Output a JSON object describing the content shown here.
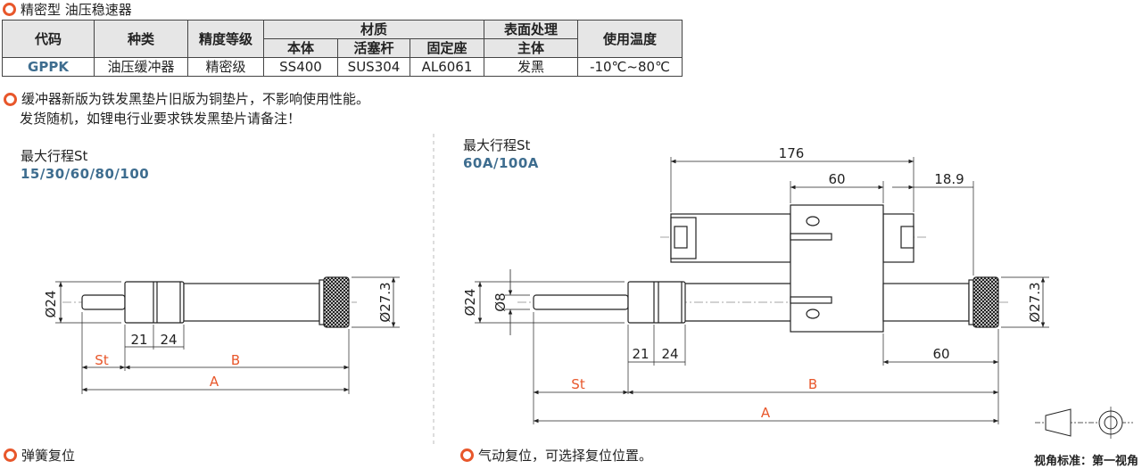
{
  "title": "精密型 油压稳速器",
  "table": {
    "h_code": "代码",
    "h_kind": "种类",
    "h_grade": "精度等级",
    "h_material": "材质",
    "h_surface": "表面处理",
    "h_temp": "使用温度",
    "h_body": "本体",
    "h_piston": "活塞杆",
    "h_seat": "固定座",
    "h_main": "主体",
    "row": {
      "code": "GPPK",
      "kind": "油压缓冲器",
      "grade": "精密级",
      "body": "SS400",
      "piston": "SUS304",
      "seat": "AL6061",
      "surface": "发黑",
      "temp": "-10℃~80℃"
    }
  },
  "notes": {
    "line1": "缓冲器新版为铁发黑垫片旧版为铜垫片，不影响使用性能。",
    "line2": "发货随机，如锂电行业要求铁发黑垫片请备注！"
  },
  "left": {
    "stroke_label": "最大行程St",
    "stroke_values": "15/30/60/80/100",
    "dims": {
      "d24": "Ø24",
      "d273": "Ø27.3",
      "l21": "21",
      "l24": "24",
      "st": "St",
      "b": "B",
      "a": "A"
    },
    "footer": "弹簧复位"
  },
  "right": {
    "stroke_label": "最大行程St",
    "stroke_values": "60A/100A",
    "dims": {
      "d24": "Ø24",
      "d8": "Ø8",
      "d273": "Ø27.3",
      "l176": "176",
      "l60top": "60",
      "l189": "18.9",
      "l21": "21",
      "l24": "24",
      "l60": "60",
      "st": "St",
      "b": "B",
      "a": "A"
    },
    "footer": "气动复位，可选择复位位置。"
  },
  "view_standard": "视角标准：第一视角",
  "colors": {
    "accent": "#e8572b",
    "code_blue": "#3e6d8f",
    "header_bg": "#e6e6e6"
  }
}
